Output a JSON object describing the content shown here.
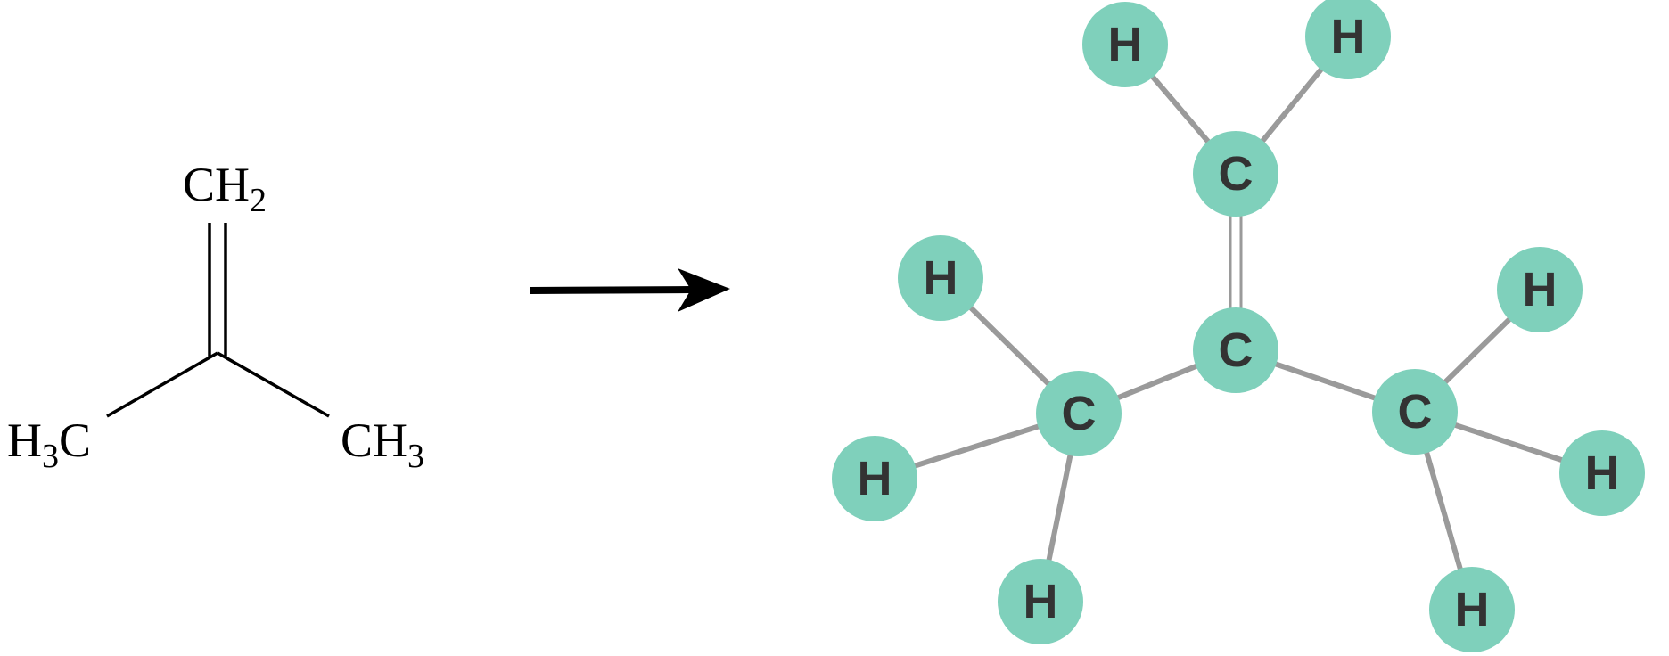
{
  "structural_formula": {
    "top_group": {
      "main": "CH",
      "sub": "2"
    },
    "left_group": {
      "pre": "H",
      "sub": "3",
      "post": "C"
    },
    "right_group": {
      "main": "CH",
      "sub": "3"
    }
  },
  "ball_and_stick": {
    "atoms": {
      "c_top": "C",
      "c_center": "C",
      "c_left": "C",
      "c_right": "C",
      "h_top_left": "H",
      "h_top_right": "H",
      "h_left_upper": "H",
      "h_left_middle": "H",
      "h_left_bottom": "H",
      "h_right_upper": "H",
      "h_right_middle": "H",
      "h_right_bottom": "H"
    }
  },
  "colors": {
    "atom_fill": "#7fd0bb",
    "bond": "#9a9a9a",
    "atom_text": "#333333",
    "formula": "#000000"
  }
}
